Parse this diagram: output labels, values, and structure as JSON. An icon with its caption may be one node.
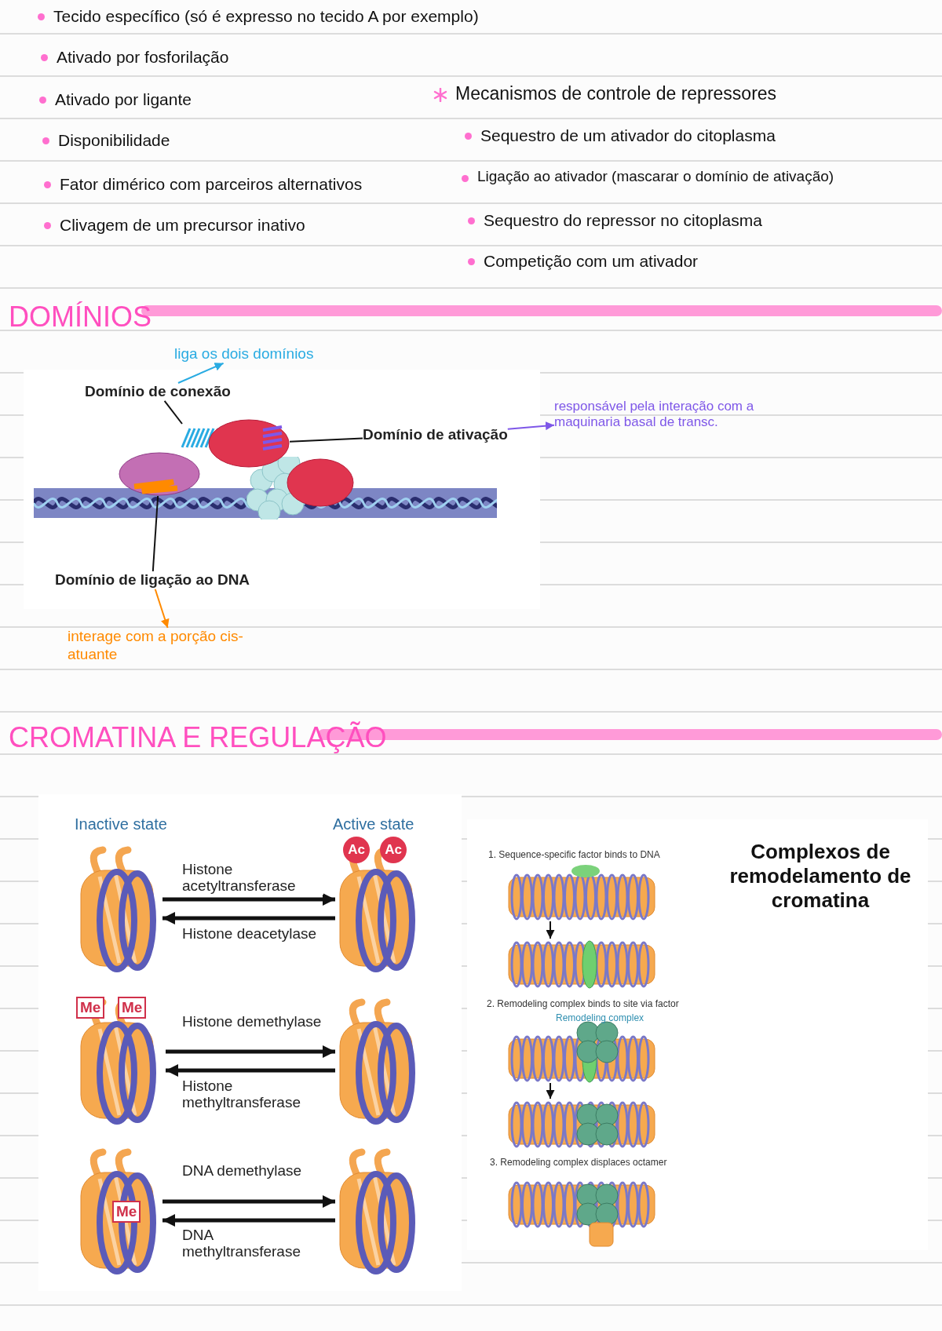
{
  "diagram": {
    "nodes": [
      {
        "text": [
          "Domínio de conexão"
        ]
      },
      {
        "text": [],
        "shape": "picture"
      },
      {
        "text": [
          "Domínio de ativação"
        ]
      },
      {
        "text": [],
        "shape": "picture"
      },
      {
        "text": [
          "Domínio de ligação ao DNA"
        ]
      },
      {
        "text": [],
        "shape": "picture"
      },
      {
        "text": [
          "liga os dois domínios"
        ]
      },
      {
        "text": [
          "responsável pela interação com a maquinaria basal de transc."
        ]
      },
      {
        "text": [
          "interage com a porção cis-atuante"
        ]
      },
      {
        "text": [],
        "shape": "picture"
      },
      {
        "text": [],
        "shape": "picture"
      },
      {
        "text": [],
        "shape": "picture"
      },
      {
        "text": [],
        "shape": "picture"
      },
      {
        "text": [],
        "shape": "picture"
      },
      {
        "text": [],
        "shape": "picture"
      },
      {
        "text": [],
        "shape": "picture"
      },
      {
        "text": [],
        "shape": "picture"
      },
      {
        "text": [],
        "shape": "picture"
      },
      {
        "text": [],
        "shape": "picture"
      },
      {
        "text": [],
        "shape": "picture"
      },
      {
        "text": [],
        "shape": "bar"
      },
      {
        "text": [],
        "shape": "bar"
      }
    ],
    "edges": [
      {
        "from": 0,
        "to": 1,
        "arrow": "none"
      },
      {
        "from": 2,
        "to": 3,
        "arrow": "none"
      },
      {
        "from": 4,
        "to": 5,
        "arrow": "none"
      },
      {
        "from": 0,
        "to": 6,
        "arrow": "to",
        "color": "#29abe2"
      },
      {
        "from": 2,
        "to": 7,
        "arrow": "to",
        "color": "#7e57e8"
      },
      {
        "from": 4,
        "to": 8,
        "arrow": "to",
        "color": "#ff8a00"
      },
      {
        "from": 9,
        "to": 10,
        "arrow": "to",
        "label": "Histone acetyltransferase",
        "style": "thick"
      },
      {
        "from": 10,
        "to": 9,
        "arrow": "to",
        "label": "Histone deacetylase",
        "style": "thick"
      },
      {
        "from": 11,
        "to": 12,
        "arrow": "to",
        "label": "Histone demethylase",
        "style": "thick"
      },
      {
        "from": 12,
        "to": 11,
        "arrow": "to",
        "label": "Histone methyltransferase",
        "style": "thick"
      },
      {
        "from": 13,
        "to": 14,
        "arrow": "to",
        "label": "DNA demethylase",
        "style": "thick"
      },
      {
        "from": 14,
        "to": 13,
        "arrow": "to",
        "label": "DNA methyltransferase",
        "style": "thick"
      },
      {
        "from": 15,
        "to": 16,
        "arrow": "to"
      },
      {
        "from": 17,
        "to": 18,
        "arrow": "to"
      }
    ],
    "labels": [
      "Tecido específico (só é expresso no tecido A por exemplo)",
      "Ativado por fosforilação",
      "Ativado por ligante",
      "Disponibilidade",
      "Fator dimérico com parceiros alternativos",
      "Clivagem de um precursor inativo",
      "Mecanismos de controle de repressores",
      "Sequestro de um ativador do citoplasma",
      "Ligação ao ativador (mascarar o domínio de ativação)",
      "Sequestro do repressor no citoplasma",
      "Competição com um ativador",
      "DOMÍNIOS",
      "CROMATINA E REGULAÇÃO",
      "Inactive state",
      "Active state",
      "Ac",
      "Ac",
      "Me",
      "Me",
      "Me",
      "1. Sequence-specific factor binds to DNA",
      "Complexos de remodelamento de cromatina",
      "2. Remodeling complex binds to site via factor",
      "Remodeling complex",
      "3. Remodeling complex displaces octamer"
    ]
  }
}
